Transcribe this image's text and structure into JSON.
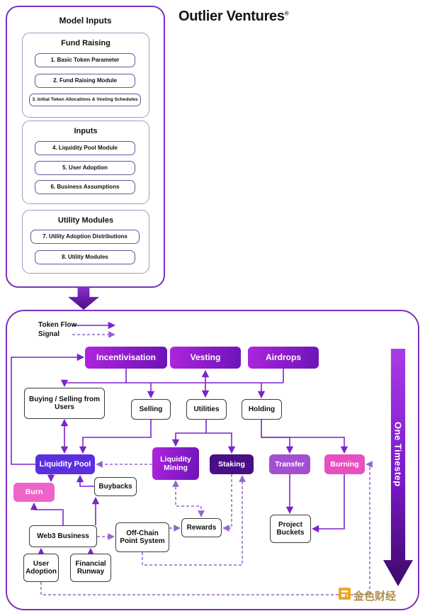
{
  "header": {
    "brand": "Outlier Ventures",
    "registered_mark": "®"
  },
  "model_inputs": {
    "title": "Model Inputs",
    "groups": [
      {
        "title": "Fund Raising",
        "items": [
          "1. Basic Token Parameter",
          "2. Fund Raising Module",
          "3. Initial Token Allocations & Vesting Schedules"
        ]
      },
      {
        "title": "Inputs",
        "items": [
          "4. Liquidity Pool Module",
          "5. User Adoption",
          "6. Business Assumptions"
        ]
      },
      {
        "title": "Utility Modules",
        "items": [
          "7. Utility Adoption Distributions",
          "8. Utility Modules"
        ]
      }
    ]
  },
  "diagram": {
    "legend": {
      "token_flow": "Token Flow",
      "signal": "Signal"
    },
    "nodes": {
      "incentivisation": "Incentivisation",
      "vesting": "Vesting",
      "airdrops": "Airdrops",
      "buying_selling_users": "Buying / Selling from Users",
      "selling": "Selling",
      "utilities": "Utilities",
      "holding": "Holding",
      "liquidity_pool": "Liquidity Pool",
      "liquidity_mining": "Liquidity Mining",
      "staking": "Staking",
      "transfer": "Transfer",
      "burning": "Burning",
      "burn": "Burn",
      "buybacks": "Buybacks",
      "web3_business": "Web3 Business",
      "off_chain_point_system": "Off-Chain Point System",
      "rewards": "Rewards",
      "project_buckets": "Project Buckets",
      "user_adoption": "User Adoption",
      "financial_runway": "Financial Runway"
    },
    "timestep_label": "One Timestep"
  },
  "watermark": {
    "text": "金色财经"
  },
  "colors": {
    "border_purple": "#7b2fbe",
    "solid_arrow": "#7e22ce",
    "dashed_arrow": "#9565cf",
    "node_gradient_start": "#ae25dd",
    "node_gradient_end": "#6d13b8",
    "liquidity_pool": "#5b2fe0",
    "staking": "#4a0e86",
    "transfer": "#a34fd2",
    "burning": "#e84fc0",
    "burn": "#ee64c9",
    "gold": "#e8a33d"
  }
}
